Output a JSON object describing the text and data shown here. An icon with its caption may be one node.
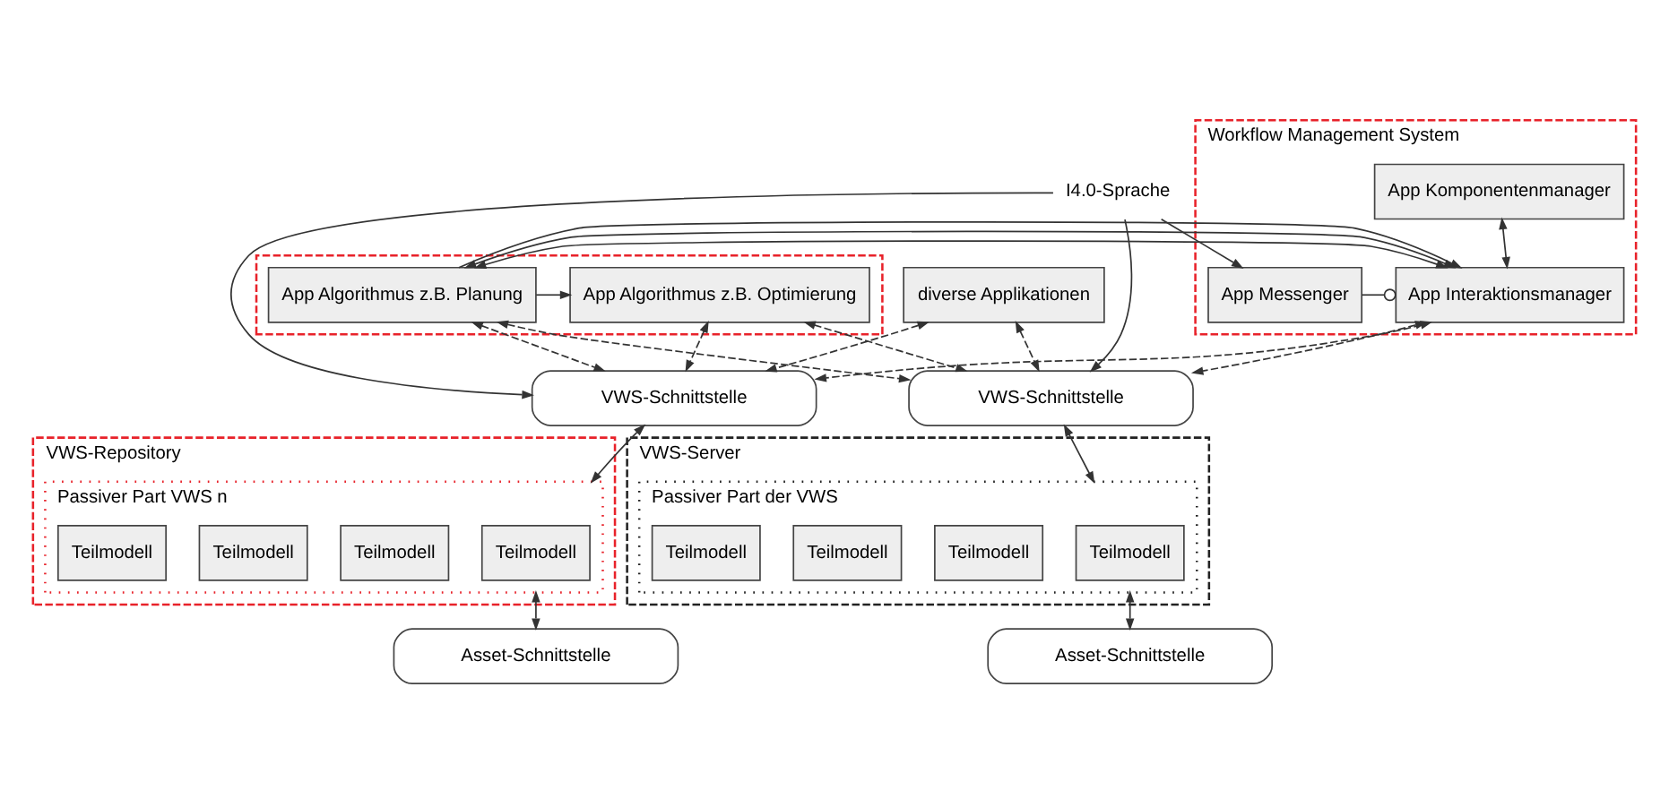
{
  "diagram": {
    "nodes": [
      {
        "text": [
          "Workflow Management System"
        ]
      },
      {
        "text": [
          "App Komponentenmanager"
        ],
        "in": 0
      },
      {
        "text": [
          "App Messenger"
        ],
        "in": 0
      },
      {
        "text": [
          "App Interaktionsmanager"
        ],
        "in": 0
      },
      {
        "text": [],
        "shape": "box"
      },
      {
        "text": [
          "App Algorithmus z.B. Planung"
        ],
        "in": 4
      },
      {
        "text": [
          "App Algorithmus z.B. Optimierung"
        ],
        "in": 4
      },
      {
        "text": [
          "I4.0-Sprache"
        ]
      },
      {
        "text": [
          "diverse Applikationen"
        ]
      },
      {
        "text": [
          "VWS-Server"
        ]
      },
      {
        "text": [
          "VWS-Schnittstelle"
        ]
      },
      {
        "text": [
          "Passiver Part der VWS"
        ],
        "in": 9
      },
      {
        "text": [
          "Teilmodell"
        ],
        "in": 11
      },
      {
        "text": [
          "Teilmodell"
        ],
        "in": 11
      },
      {
        "text": [
          "Teilmodell"
        ],
        "in": 11
      },
      {
        "text": [
          "Teilmodell"
        ],
        "in": 11
      },
      {
        "text": [
          "Asset-Schnittstelle"
        ]
      },
      {
        "text": [
          "VWS-Repository"
        ]
      },
      {
        "text": [
          "VWS-Schnittstelle"
        ]
      },
      {
        "text": [
          "Passiver Part VWS n"
        ],
        "in": 17
      },
      {
        "text": [
          "Teilmodell"
        ],
        "in": 19
      },
      {
        "text": [
          "Teilmodell"
        ],
        "in": 19
      },
      {
        "text": [
          "Teilmodell"
        ],
        "in": 19
      },
      {
        "text": [
          "Teilmodell"
        ],
        "in": 19
      },
      {
        "text": [
          "Asset-Schnittstelle"
        ]
      }
    ],
    "edges": [
      {
        "from": 1,
        "to": 3,
        "arrow": "both"
      },
      {
        "from": 7,
        "to": 2,
        "arrow": "to"
      },
      {
        "from": 2,
        "to": 3,
        "arrow": "other"
      },
      {
        "from": 3,
        "to": 5,
        "arrow": "both"
      },
      {
        "from": 5,
        "to": 3,
        "arrow": "to"
      },
      {
        "from": 5,
        "to": 6,
        "arrow": "to"
      },
      {
        "from": 7,
        "to": 10,
        "arrow": "to"
      },
      {
        "from": 7,
        "to": 18,
        "arrow": "to"
      },
      {
        "from": 3,
        "to": 10,
        "arrow": "both",
        "style": "dashed"
      },
      {
        "from": 3,
        "to": 18,
        "arrow": "both",
        "style": "dashed"
      },
      {
        "from": 5,
        "to": 10,
        "arrow": "both",
        "style": "dashed"
      },
      {
        "from": 5,
        "to": 18,
        "arrow": "both",
        "style": "dashed"
      },
      {
        "from": 6,
        "to": 10,
        "arrow": "both",
        "style": "dashed"
      },
      {
        "from": 6,
        "to": 18,
        "arrow": "both",
        "style": "dashed"
      },
      {
        "from": 8,
        "to": 10,
        "arrow": "both",
        "style": "dashed"
      },
      {
        "from": 8,
        "to": 18,
        "arrow": "both",
        "style": "dashed"
      },
      {
        "from": 10,
        "to": 11,
        "arrow": "both"
      },
      {
        "from": 11,
        "to": 16,
        "arrow": "both"
      },
      {
        "from": 18,
        "to": 19,
        "arrow": "both"
      },
      {
        "from": 19,
        "to": 24,
        "arrow": "both"
      }
    ]
  }
}
